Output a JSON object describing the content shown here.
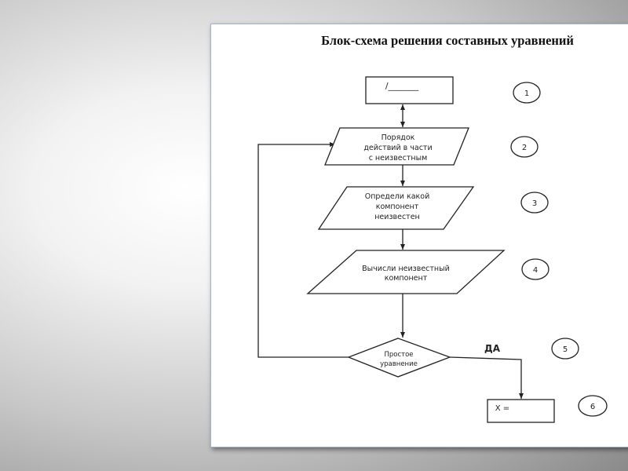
{
  "title": "Блок-схема решения составных уравнений",
  "blocks": {
    "b1": {
      "text": "/_______",
      "number": "1"
    },
    "b2": {
      "lines": [
        "Порядок",
        "действий в части",
        "с неизвестным"
      ],
      "number": "2"
    },
    "b3": {
      "lines": [
        "Определи какой",
        "компонент",
        "неизвестен"
      ],
      "number": "3"
    },
    "b4": {
      "lines": [
        "Вычисли неизвестный",
        "компонент"
      ],
      "number": "4"
    },
    "b5": {
      "lines": [
        "Простое",
        "уравнение"
      ],
      "number": "5",
      "yes_label": "ДА"
    },
    "b6": {
      "text": "X =",
      "number": "6"
    }
  }
}
